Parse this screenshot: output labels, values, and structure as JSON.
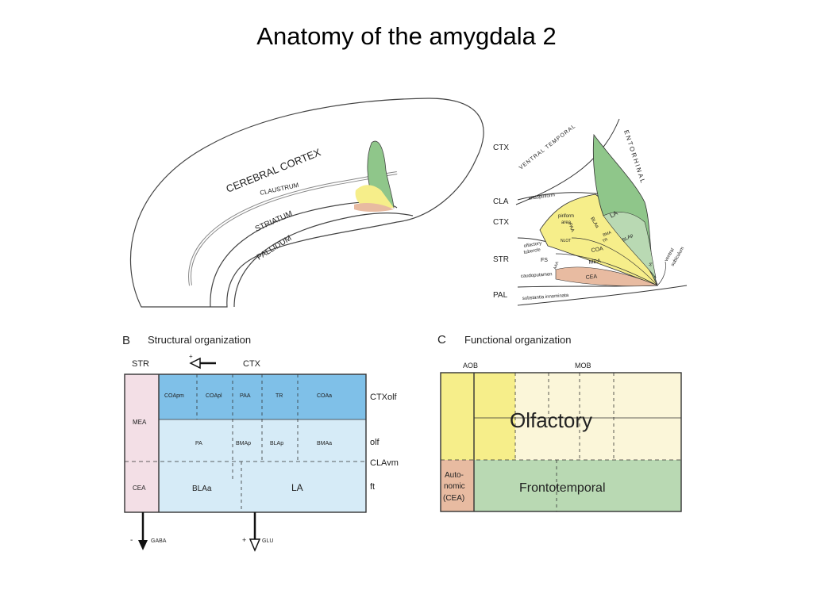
{
  "slide": {
    "title": "Anatomy of the amygdala 2"
  },
  "colors": {
    "blue_dark": "#7fc0e8",
    "blue_light": "#d6ebf7",
    "pink": "#f3dfe6",
    "yellow": "#f6ee8a",
    "cream": "#fbf6d9",
    "green": "#b9d9b3",
    "green_region": "#8fc68a",
    "peach": "#e8bba1",
    "line": "#333333"
  },
  "panel_a_left": {
    "cortex": "CEREBRAL CORTEX",
    "claustrum": "CLAUSTRUM",
    "striatum": "STRIATUM",
    "pallidum": "PALLIDUM"
  },
  "panel_a_right": {
    "rows": [
      "CTX",
      "CLA",
      "CTX",
      "STR",
      "PAL"
    ],
    "ventral_temporal": "VENTRAL TEMPORAL",
    "entorhinal": "ENTORHINAL",
    "endopiriform": "endopiriform",
    "piriform_area": [
      "piriform",
      "area"
    ],
    "olfactory_tubercle": [
      "olfactory",
      "tubercle"
    ],
    "caudoputamen": "caudoputamen",
    "substantia_innominata": "substantia innominata",
    "ventral_subiculum": [
      "ventral",
      "subiculum"
    ],
    "regions": [
      "LA",
      "BLAp",
      "BLAa",
      "BMA",
      "TR",
      "PAA",
      "NLOT",
      "COA",
      "MEA",
      "CEA",
      "FS",
      "AAA",
      "IA"
    ]
  },
  "panel_b": {
    "letter": "B",
    "title": "Structural organization",
    "str_label": "STR",
    "ctx_label": "CTX",
    "arrow_sign": "+",
    "row1": [
      "COApm",
      "COApl",
      "PAA",
      "TR",
      "COAa"
    ],
    "row2": [
      "PA",
      "BMAp",
      "BLAp",
      "BMAa"
    ],
    "row3": [
      "BLAa",
      "LA"
    ],
    "mea": "MEA",
    "cea": "CEA",
    "right_labels": [
      "CTXolf",
      "olf",
      "CLAvm",
      "ft"
    ],
    "gaba_sign": "-",
    "gaba": "GABA",
    "glu_sign": "+",
    "glu": "GLU"
  },
  "panel_c": {
    "letter": "C",
    "title": "Functional organization",
    "aob": "AOB",
    "mob": "MOB",
    "olfactory": "Olfactory",
    "auto": [
      "Auto-",
      "nomic",
      "(CEA)"
    ],
    "frontotemporal": "Frontotemporal"
  }
}
